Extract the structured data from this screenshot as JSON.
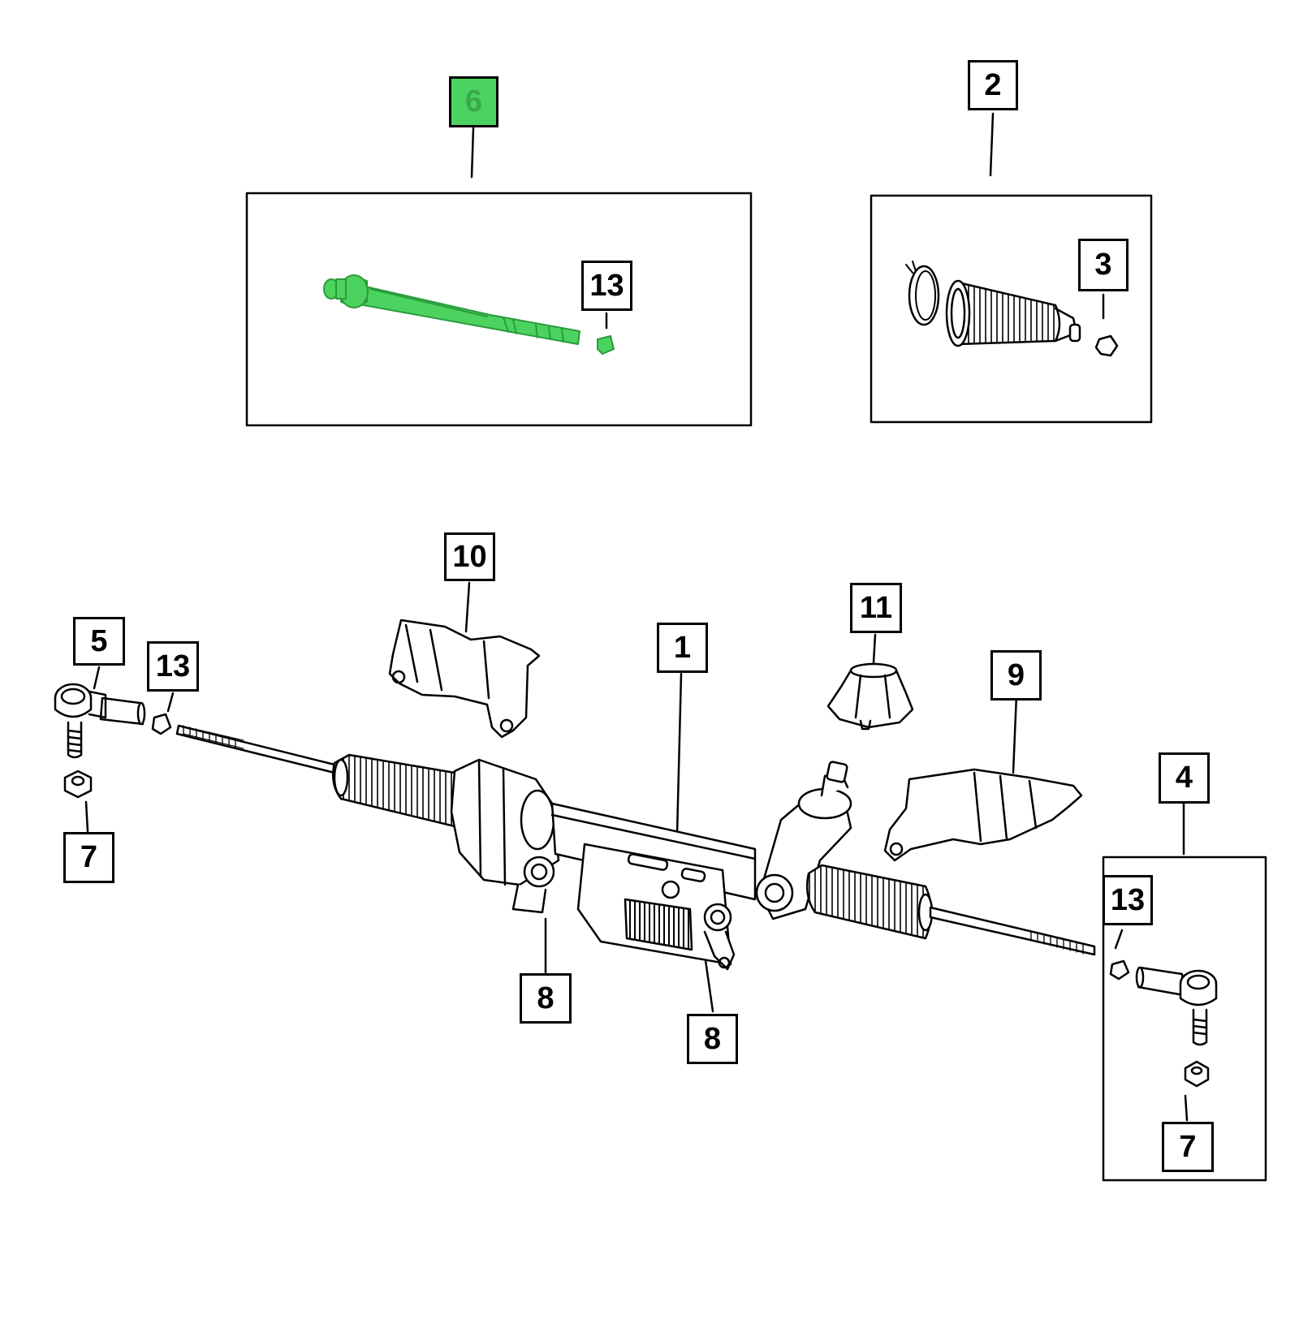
{
  "diagram": {
    "selected_callout": "6",
    "highlight_color": "#4cd35f",
    "line_color": "#000000",
    "callouts": {
      "c6": "6",
      "c2": "2",
      "c13_kit": "13",
      "c3": "3",
      "c10": "10",
      "c11": "11",
      "c1": "1",
      "c5": "5",
      "c13_left": "13",
      "c9": "9",
      "c4": "4",
      "c13_right": "13",
      "c7_left": "7",
      "c8_left": "8",
      "c8_right": "8",
      "c7_right": "7"
    }
  }
}
